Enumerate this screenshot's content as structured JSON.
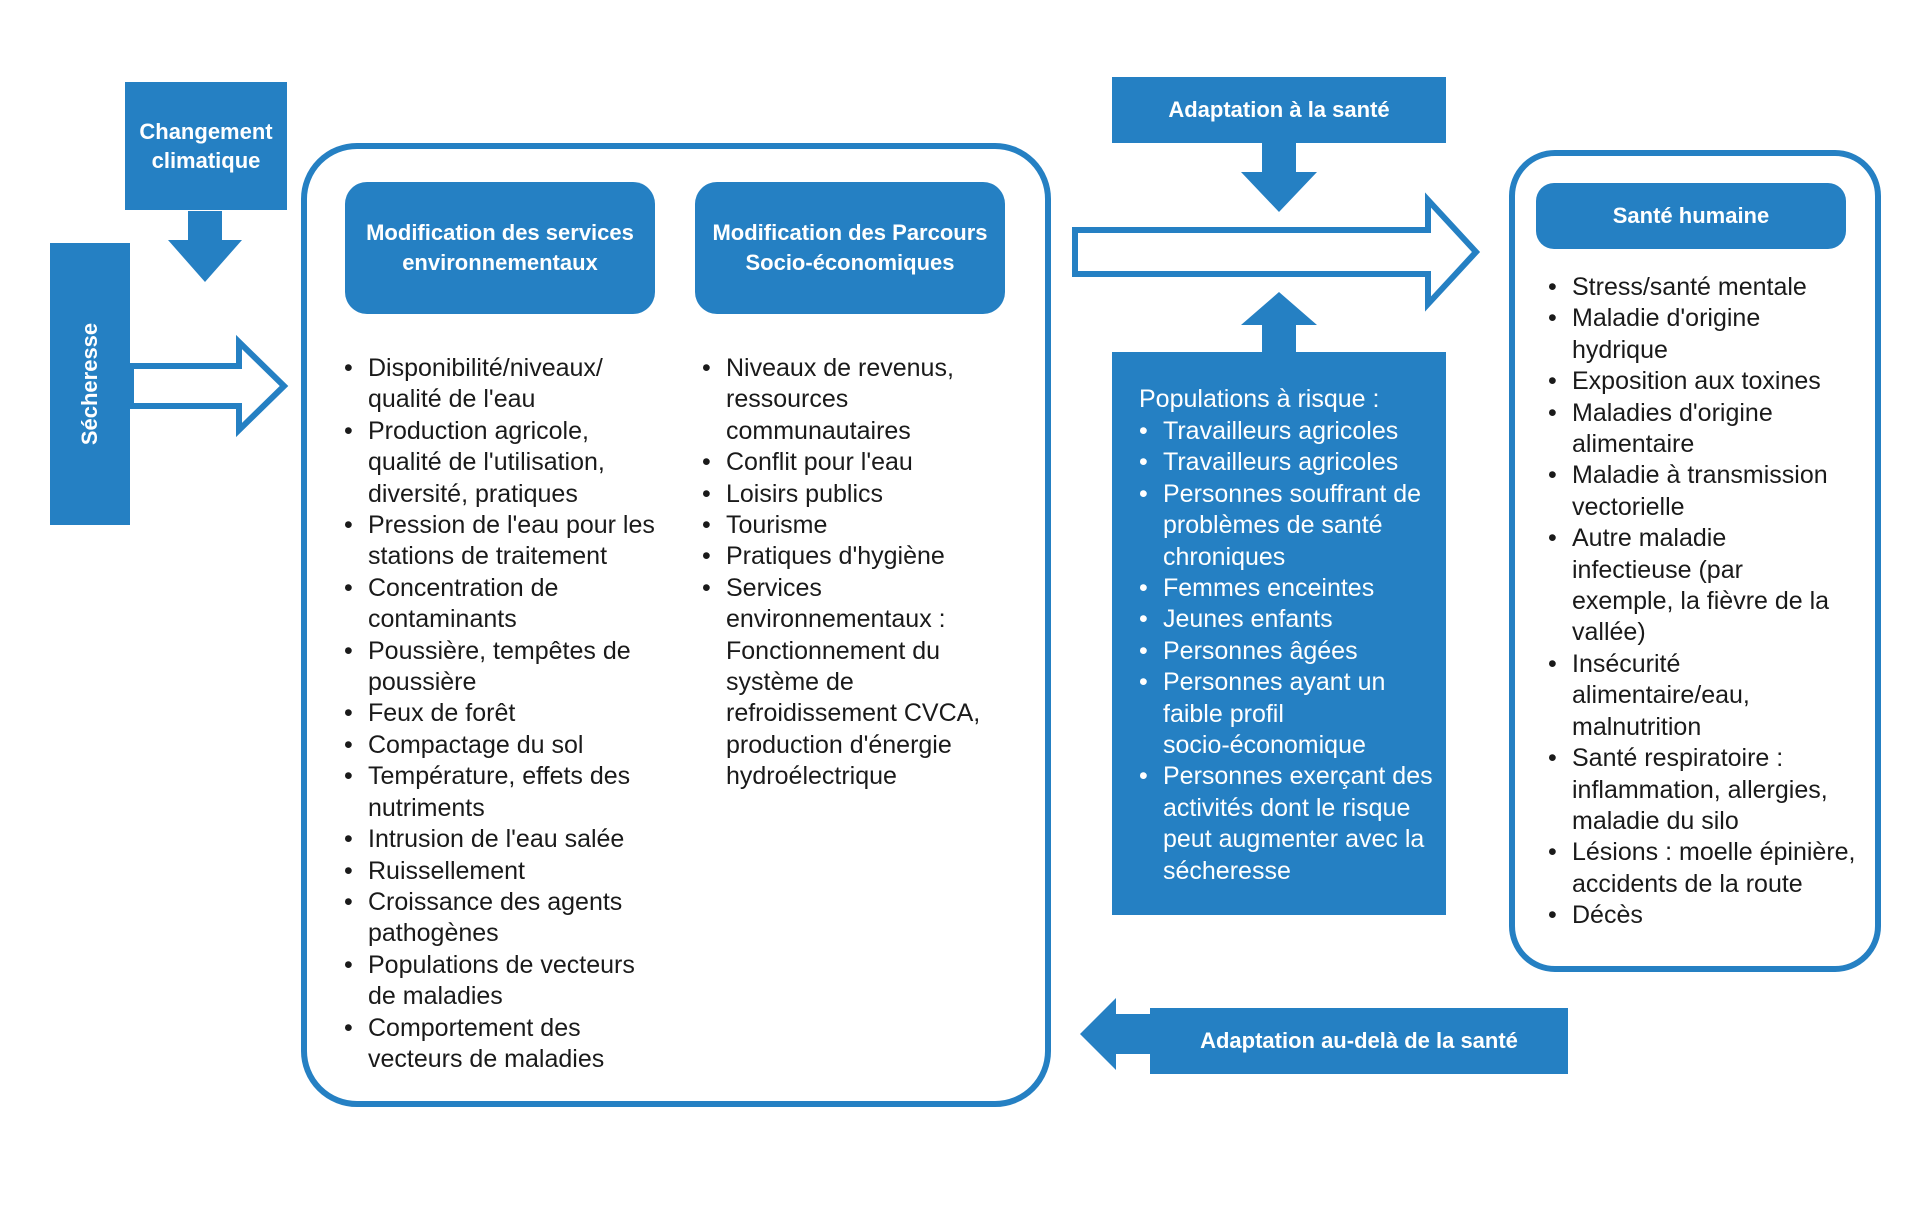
{
  "colors": {
    "accent": "#2580c3",
    "text": "#1a1a1a",
    "background": "#ffffff"
  },
  "inputs": {
    "climate_change": "Changement\nclimatique",
    "drought": "Sécheresse"
  },
  "main_box": {
    "col1": {
      "title": "Modification des services\nenvironnementaux",
      "items": [
        "Disponibilité/niveaux/\nqualité de l'eau",
        "Production agricole,\nqualité de l'utilisation,\ndiversité, pratiques",
        "Pression de l'eau pour les\nstations de traitement",
        "Concentration de\ncontaminants",
        "Poussière, tempêtes de\npoussière",
        "Feux de forêt",
        "Compactage du sol",
        "Température, effets des\nnutriments",
        "Intrusion de l'eau salée",
        "Ruissellement",
        "Croissance des agents\npathogènes",
        "Populations de vecteurs\nde maladies",
        "Comportement des\nvecteurs de maladies"
      ]
    },
    "col2": {
      "title": "Modification des Parcours\nSocio-économiques",
      "items": [
        "Niveaux de revenus,\nressources\ncommunautaires",
        "Conflit pour l'eau",
        "Loisirs publics",
        "Tourisme",
        "Pratiques d'hygiène",
        "Services\nenvironnementaux :\nFonctionnement du\nsystème de\nrefroidissement CVCA,\nproduction d'énergie\nhydroélectrique"
      ]
    }
  },
  "health_adaptation": "Adaptation à la santé",
  "risk_populations": {
    "heading": "Populations à risque :",
    "items": [
      "Travailleurs agricoles",
      "Travailleurs agricoles",
      "Personnes souffrant de\nproblèmes de santé\nchroniques",
      "Femmes enceintes",
      "Jeunes enfants",
      "Personnes âgées",
      "Personnes ayant un\nfaible profil\nsocio-économique",
      "Personnes exerçant des\nactivités dont le risque\npeut augmenter avec la\nsécheresse"
    ]
  },
  "human_health": {
    "title": "Santé humaine",
    "items": [
      "Stress/santé mentale",
      "Maladie d'origine\nhydrique",
      "Exposition aux toxines",
      "Maladies d'origine\nalimentaire",
      "Maladie à transmission\nvectorielle",
      "Autre maladie\ninfectieuse (par\nexemple, la fièvre de la\nvallée)",
      "Insécurité\nalimentaire/eau,\nmalnutrition",
      "Santé respiratoire :\ninflammation, allergies,\nmaladie du silo",
      "Lésions : moelle épinière,\naccidents de la route",
      "Décès"
    ]
  },
  "beyond_health_adaptation": "Adaptation au-delà de la santé"
}
